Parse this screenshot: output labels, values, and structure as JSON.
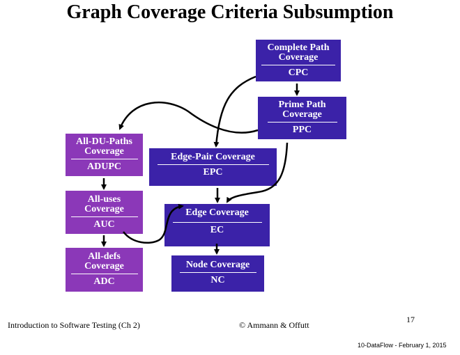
{
  "title": "Graph Coverage Criteria Subsumption",
  "boxes": {
    "cpc": {
      "name": "Complete Path Coverage",
      "abbr": "CPC",
      "color": "#3b22a8"
    },
    "ppc": {
      "name": "Prime Path Coverage",
      "abbr": "PPC",
      "color": "#3b22a8"
    },
    "epc": {
      "name": "Edge-Pair Coverage",
      "abbr": "EPC",
      "color": "#3b22a8"
    },
    "ec": {
      "name": "Edge Coverage",
      "abbr": "EC",
      "color": "#3b22a8"
    },
    "nc": {
      "name": "Node Coverage",
      "abbr": "NC",
      "color": "#3b22a8"
    },
    "adupc": {
      "name": "All-DU-Paths Coverage",
      "abbr": "ADUPC",
      "color": "#8b38b8"
    },
    "auc": {
      "name": "All-uses Coverage",
      "abbr": "AUC",
      "color": "#8b38b8"
    },
    "adc": {
      "name": "All-defs Coverage",
      "abbr": "ADC",
      "color": "#8b38b8"
    }
  },
  "footer": {
    "left": "Introduction to Software Testing  (Ch 2)",
    "center": "© Ammann & Offutt",
    "page": "17",
    "date": "10-DataFlow - February 1, 2015"
  }
}
